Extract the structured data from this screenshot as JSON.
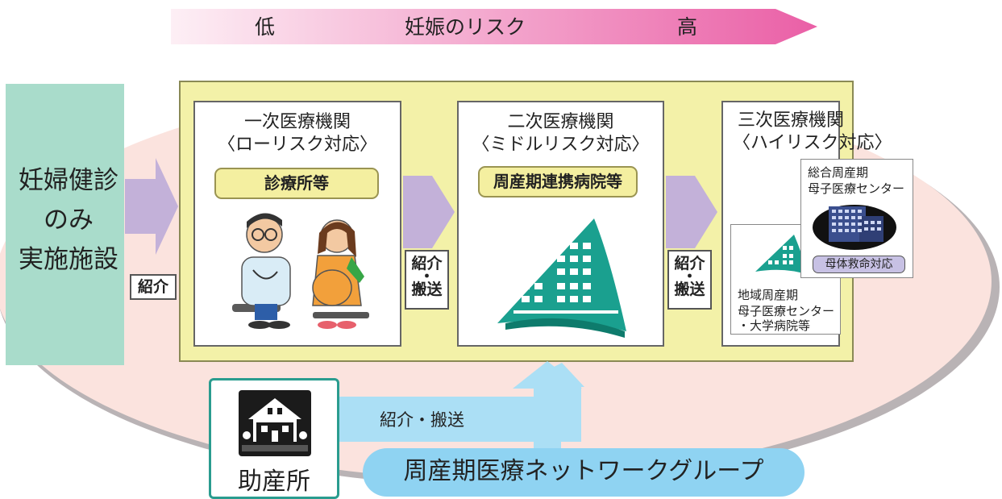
{
  "risk_bar": {
    "low": "低",
    "title": "妊娠のリスク",
    "high": "高"
  },
  "checkup_only": {
    "line1": "妊婦健診",
    "line2": "のみ",
    "line3": "実施施設"
  },
  "labels": {
    "referral": "紹介",
    "refer_word": "紹介",
    "dot": "・",
    "transport_word": "搬送",
    "referral_transport": "紹介・搬送"
  },
  "primary": {
    "title": "一次医療機関",
    "subtitle": "〈ローリスク対応〉",
    "pill": "診療所等"
  },
  "secondary": {
    "title": "二次医療機関",
    "subtitle": "〈ミドルリスク対応〉",
    "pill": "周産期連携病院等"
  },
  "tertiary": {
    "title": "三次医療機関",
    "subtitle": "〈ハイリスク対応〉",
    "general_center_line1": "総合周産期",
    "general_center_line2": "母子医療センター",
    "maternal_rescue": "母体救命対応",
    "regional_line1": "地域周産期",
    "regional_line2": "母子医療センター",
    "regional_line3": "・大学病院等"
  },
  "midwifery": {
    "label": "助産所"
  },
  "network": {
    "label": "周産期医療ネットワークグループ"
  },
  "colors": {
    "checkup_box": "#a9dccb",
    "yellow_frame": "#f3f1a8",
    "arrow_purple": "#c3b1d9",
    "hospital_teal": "#1aa08f",
    "network_pill": "#8fd3f2",
    "ellipse": "#fbe3de",
    "risk_gradient_start": "#fdeff5",
    "risk_gradient_end": "#ea5fa6"
  }
}
